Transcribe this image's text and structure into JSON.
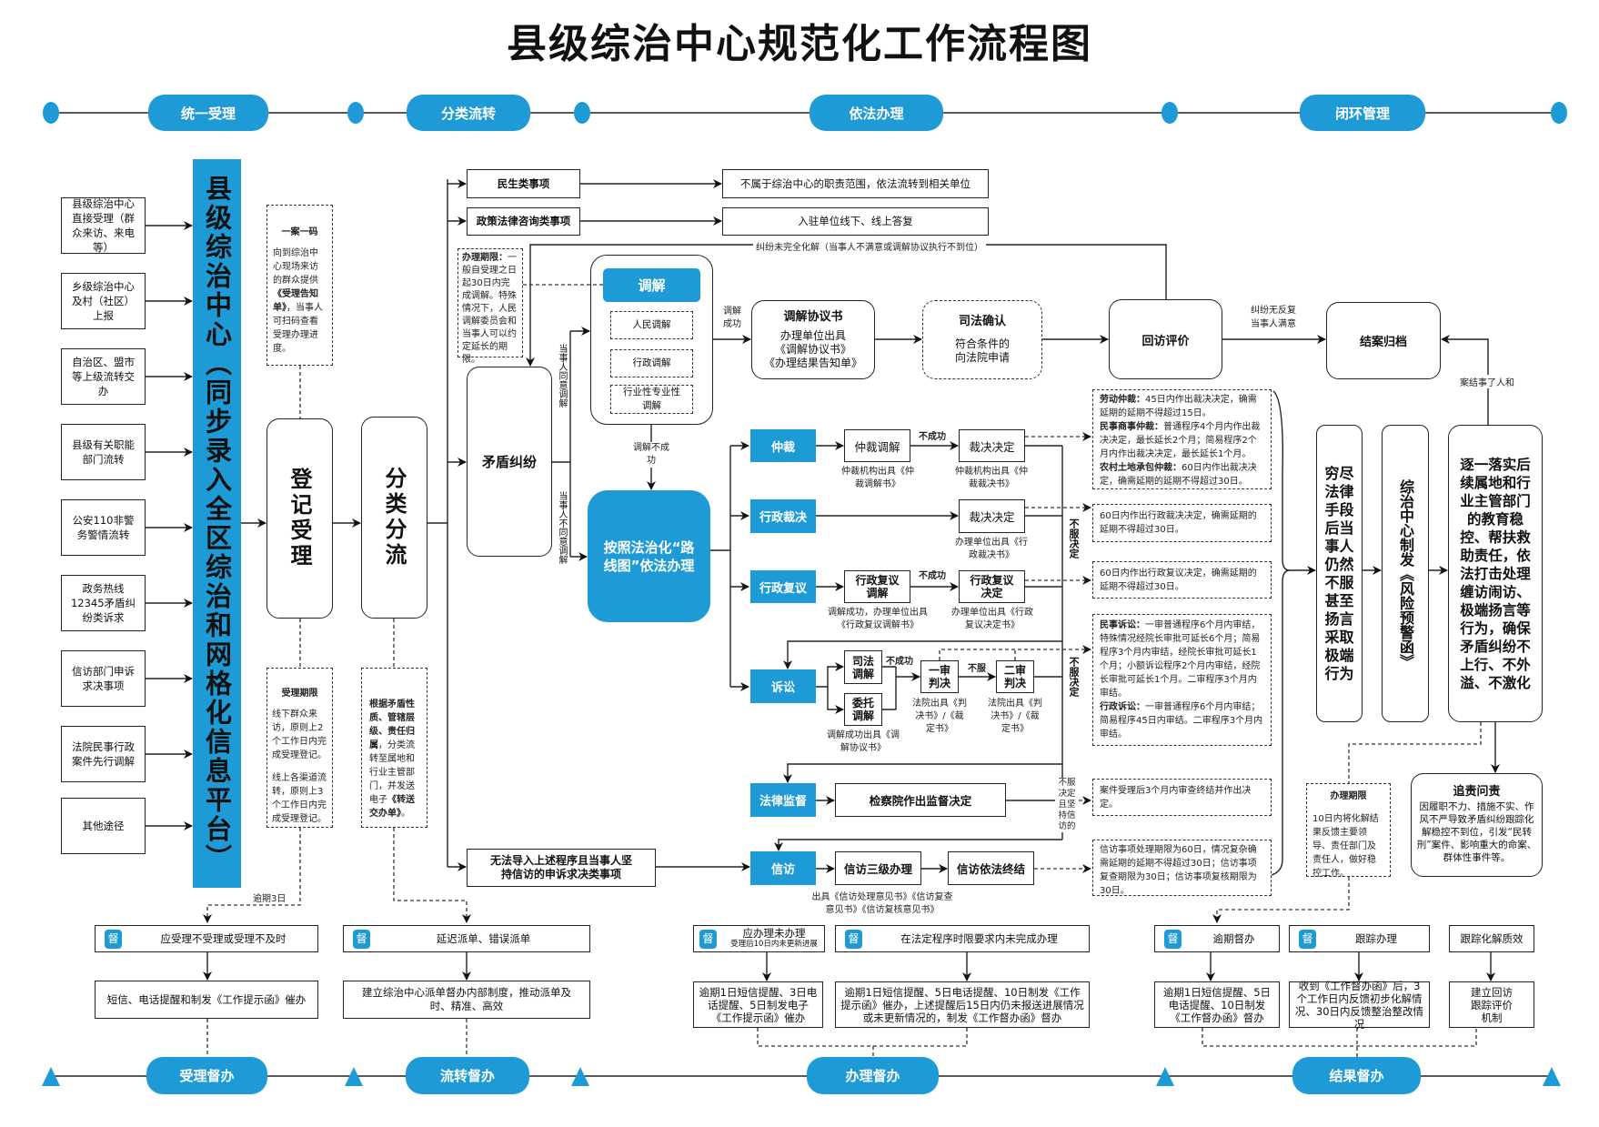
{
  "title": "县级综治中心规范化工作流程图",
  "colors": {
    "accent": "#1E9BD7",
    "line": "#222222"
  },
  "phases": [
    "统一受理",
    "分类流转",
    "依法办理",
    "闭环管理"
  ],
  "supervision_phases": [
    "受理督办",
    "流转督办",
    "办理督办",
    "结果督办"
  ],
  "sources": [
    "县级综治中心直接受理（群众来访、来电等）",
    "乡级综治中心及村（社区）上报",
    "自治区、盟市等上级流转交办",
    "县级有关职能部门流转",
    "公安110非警务警情流转",
    "政务热线12345矛盾纠纷类诉求",
    "信访部门申诉求决事项",
    "法院民事行政案件先行调解",
    "其他途径"
  ],
  "platform": "县级综治中心（同步录入全区综治和网格化信息平台）",
  "register": {
    "label": "登记受理",
    "code_note": {
      "title": "一案一码",
      "before": "向到综治中心现场来访的群众提供",
      "bold": "《受理告知单》",
      "after": "，当事人可扫码查看受理办理进度。"
    },
    "deadline_note": {
      "title": "受理期限",
      "p1": "线下群众来访，原则上2个工作日内完成受理登记。",
      "p2": "线上各渠道流转，原则上3个工作日内完成受理登记。"
    },
    "overdue": "逾期3日"
  },
  "classify": {
    "label": "分类分流",
    "note": {
      "bold1": "根据矛盾性质、管辖层级、责任归属",
      "mid": "，分类流转至属地和行业主管部门，并发送电子",
      "bold2": "《转送交办单》",
      "end": "。"
    }
  },
  "categories": [
    {
      "label": "民生类事项",
      "result": "不属于综治中心的职责范围，依法流转到相关单位"
    },
    {
      "label": "政策法律咨询类事项",
      "result": "入驻单位线下、线上答复"
    }
  ],
  "feedback_line": "纠纷未完全化解（当事人不满意或调解协议执行不到位）",
  "mediation_deadline": {
    "title": "办理期限：",
    "body": "一般自受理之日起30日内完成调解。特殊情况下，人民调解委员会和当事人可以约定延长的期限。"
  },
  "dispute": "矛盾纠纷",
  "agree": "当事人同意调解",
  "disagree": "当事人不同意调解",
  "mediation": {
    "title": "调解",
    "types": [
      "人民调解",
      "行政调解",
      "行业性专业性调解"
    ],
    "success": "调解成功",
    "fail": "调解不成功"
  },
  "agreement": {
    "title": "调解协议书",
    "lines": [
      "办理单位出具",
      "《调解协议书》",
      "《办理结果告知单》"
    ]
  },
  "judicial": {
    "title": "司法确认",
    "lines": [
      "符合条件的",
      "向法院申请"
    ]
  },
  "revisit": "回访评价",
  "satisfied": "纠纷无反复当事人满意",
  "archive": "结案归档",
  "resolved": "案结事了人和",
  "legal_route": "按照法治化“路线图”依法办理",
  "no_import": "无法导入上述程序且当事人坚持信访的申诉求决类事项",
  "channels": {
    "arbitration": {
      "label": "仲裁",
      "step1": "仲裁调解",
      "fail": "不成功",
      "step2": "裁决决定",
      "cap1": "仲裁机构出具《仲裁调解书》",
      "cap2": "仲裁机构出具《仲裁裁决书》"
    },
    "adjudication": {
      "label": "行政裁决",
      "step": "裁决决定",
      "cap": "办理单位出具《行政裁决书》"
    },
    "review": {
      "label": "行政复议",
      "step1": "行政复议调解",
      "fail": "不成功",
      "step2": "行政复议决定",
      "cap1": "调解成功，办理单位出具《行政复议调解书》",
      "cap2": "办理单位出具《行政复议决定书》"
    },
    "litigation": {
      "label": "诉讼",
      "med1": "司法调解",
      "med2": "委托调解",
      "fail": "不成功",
      "first": "一审判决",
      "refuse": "不服",
      "second": "二审判决",
      "cap_med": "调解成功出具《调解协议书》",
      "cap_court": "法院出具《判决书》/《裁定书》"
    },
    "supervision": {
      "label": "法律监督",
      "step": "检察院作出监督决定"
    },
    "petition": {
      "label": "信访",
      "step1": "信访三级办理",
      "step2": "信访依法终结",
      "cap": "出具《信访处理意见书》《信访复查意见书》《信访复核意见书》"
    },
    "refuse_decision": "不服决定",
    "refuse_petition": "不服决定且坚持信访的"
  },
  "notes": {
    "arbitration": [
      {
        "bold": "劳动仲裁：",
        "text": "45日内作出裁决决定，确需延期的延期不得超过15日。"
      },
      {
        "bold": "民事商事仲裁：",
        "text": "普通程序4个月内作出裁决决定，最长延长2个月；简易程序2个月内作出裁决决定，最长延长1个月。"
      },
      {
        "bold": "农村土地承包仲裁：",
        "text": "60日内作出裁决决定，确需延期的延期不得超过30日。"
      }
    ],
    "adjudication": "60日内作出行政裁决决定，确需延期的延期不得超过30日。",
    "review": "60日内作出行政复议决定，确需延期的延期不得超过30日。",
    "litigation": [
      {
        "bold": "民事诉讼：",
        "text": "一审普通程序6个月内审结，特殊情况经院长审批可延长6个月；简易程序3个月内审结，经院长审批可延长1个月；小额诉讼程序2个月内审结，经院长审批可延长1个月。二审程序3个月内审结。"
      },
      {
        "bold": "行政诉讼：",
        "text": "一审普通程序6个月内审结；简易程序45日内审结。二审程序3个月内审结。"
      }
    ],
    "supervision": "案件受理后3个月内审查终结并作出决定。",
    "petition": "信访事项处理期限为60日，情况复杂确需延期的延期不得超过30日；信访事项复查期限为30日；信访事项复核期限为30日。"
  },
  "closure": {
    "exhausted": "穷尽法律手段后当事人仍然不服甚至扬言采取极端行为",
    "warning": "综治中心制发《风险预警函》",
    "stabilize": "逐一落实后续属地和行业主管部门的教育稳控、帮扶救助责任，依法打击处理缠访闹访、极端扬言等行为，确保矛盾纠纷不上行、不外溢、不激化",
    "deadline": {
      "title": "办理期限",
      "body": "10日内将化解结果反馈主要领导、责任部门及责任人，做好稳控工作。"
    },
    "accountability": {
      "title": "追责问责",
      "body": "因履职不力、措施不实、作风不严导致矛盾纠纷跟踪化解稳控不到位，引发“民转刑”案件、影响重大的命案、群体性事件等。"
    }
  },
  "supervision": {
    "badge": "督",
    "items": [
      {
        "trigger": "应受理不受理或受理不及时",
        "action": "短信、电话提醒和制发《工作提示函》催办"
      },
      {
        "trigger": "延迟派单、错误派单",
        "action": "建立综治中心派单督办内部制度，推动派单及时、精准、高效"
      },
      {
        "trigger": "应办理未办理",
        "sub": "受理后10日内未更新进展",
        "action": "逾期1日短信提醒、3日电话提醒、5日制发电子《工作提示函》催办"
      },
      {
        "trigger": "在法定程序时限要求内未完成办理",
        "action": "逾期1日短信提醒、5日电话提醒、10日制发《工作提示函》催办，上述提醒后15日内仍未报送进展情况或未更新情况的，制发《工作督办函》督办"
      },
      {
        "trigger": "逾期督办",
        "action": "逾期1日短信提醒、5日电话提醒、10日制发《工作督办函》督办"
      },
      {
        "trigger": "跟踪办理",
        "action": "收到《工作督办函》后，3个工作日内反馈初步化解情况、30日内反馈整治整改情况"
      },
      {
        "trigger": "跟踪化解质效",
        "action": "建立回访跟踪评价机制"
      }
    ]
  }
}
